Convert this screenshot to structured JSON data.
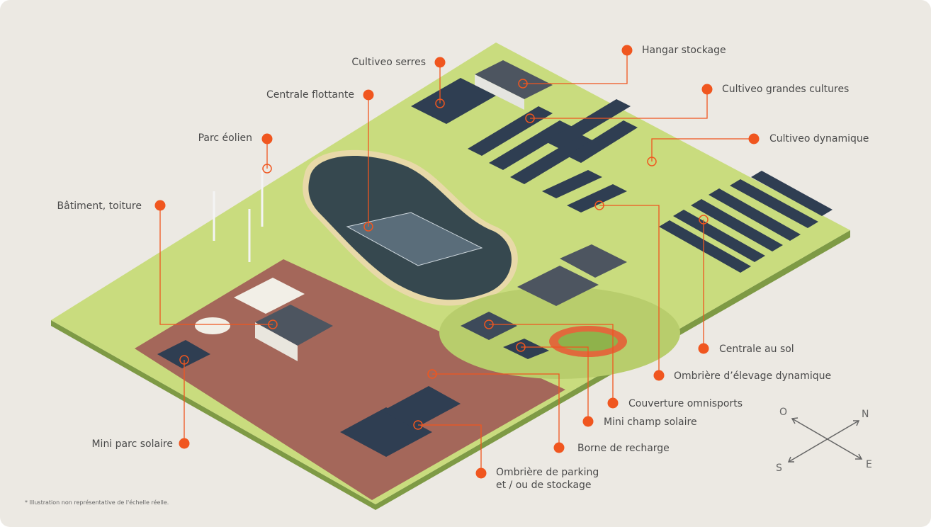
{
  "labels": {
    "cultiveo_serres": "Cultiveo serres",
    "hangar_stockage": "Hangar stockage",
    "centrale_flottante": "Centrale flottante",
    "cultiveo_grandes_cultures": "Cultiveo grandes cultures",
    "parc_eolien": "Parc éolien",
    "cultiveo_dynamique": "Cultiveo dynamique",
    "batiment_toiture": "Bâtiment, toiture",
    "centrale_au_sol": "Centrale au sol",
    "ombriere_elevage": "Ombrière d’élevage dynamique",
    "couverture_omnisports": "Couverture omnisports",
    "mini_champ_solaire": "Mini champ solaire",
    "borne_recharge": "Borne de recharge",
    "ombriere_parking_1": "Ombrière de parking",
    "ombriere_parking_2": "et / ou de stockage",
    "mini_parc_solaire": "Mini parc solaire"
  },
  "compass": {
    "north": "N",
    "south": "S",
    "east": "E",
    "west": "O"
  },
  "footnote": "* Illustration non représentative de l'échelle réelle.",
  "colors": {
    "accent": "#f0561f",
    "background": "#ece9e3",
    "grass": "#c9dc7e",
    "lake": "#36484f",
    "industrial": "#a4675a",
    "panel": "#2f3e52"
  }
}
